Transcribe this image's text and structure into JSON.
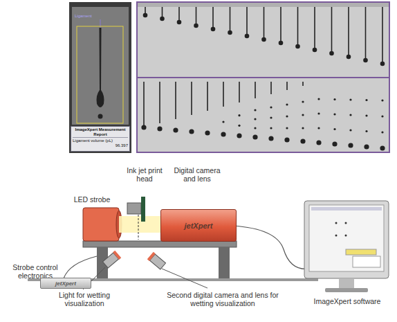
{
  "diagram": {
    "nodes": [
      {
        "text": [
          "ImageXpert Measurement Report",
          "Ligament volume (pL)",
          "96.397"
        ]
      },
      {
        "text": [
          "jetXpert"
        ]
      },
      {
        "text": [
          "jetXpert"
        ]
      }
    ],
    "labels": [
      "Ligament",
      "Ink jet print head",
      "LED strobe",
      "Digital camera and lens",
      "Strobe control electronics",
      "Light for wetting visualization",
      "Second digital camera and lens for wetting visualization",
      "ImageXpert software"
    ]
  }
}
